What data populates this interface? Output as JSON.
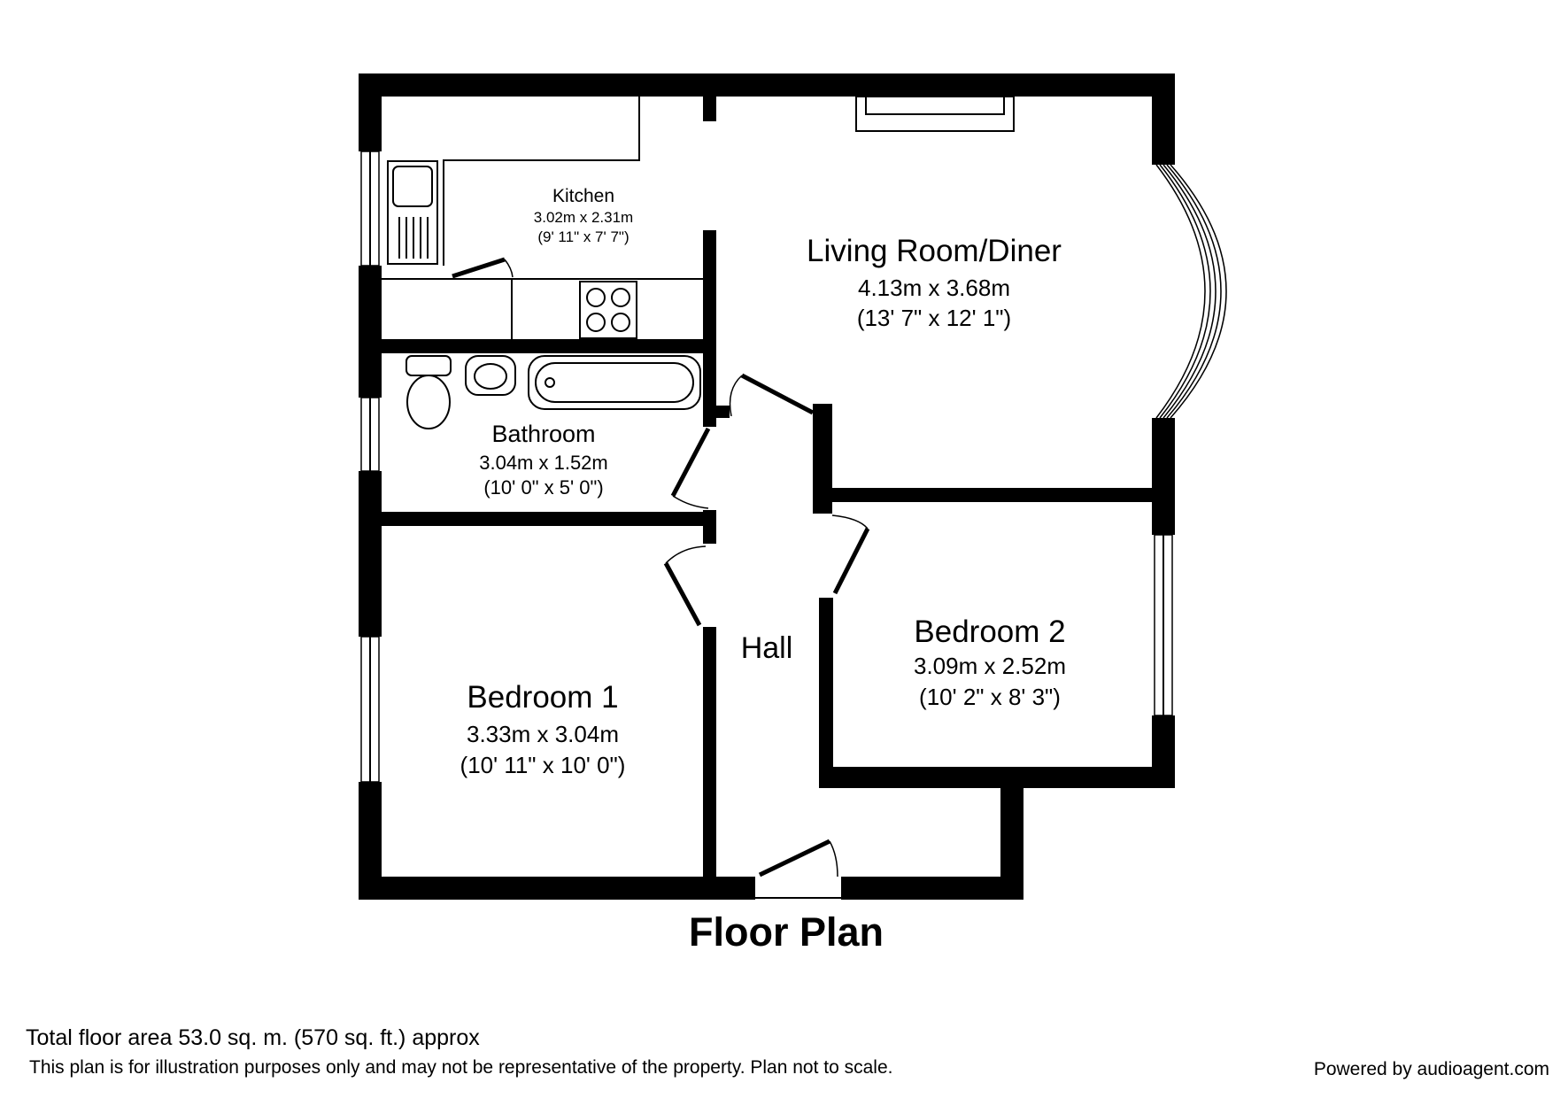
{
  "title": "Floor Plan",
  "rooms": {
    "kitchen": {
      "name": "Kitchen",
      "metric": "3.02m x 2.31m",
      "imperial": "(9' 11\" x 7' 7\")"
    },
    "living": {
      "name": "Living Room/Diner",
      "metric": "4.13m x 3.68m",
      "imperial": "(13' 7\" x 12' 1\")"
    },
    "bathroom": {
      "name": "Bathroom",
      "metric": "3.04m x 1.52m",
      "imperial": "(10' 0\" x 5' 0\")"
    },
    "bedroom1": {
      "name": "Bedroom 1",
      "metric": "3.33m x 3.04m",
      "imperial": "(10' 11\" x 10' 0\")"
    },
    "bedroom2": {
      "name": "Bedroom 2",
      "metric": "3.09m x 2.52m",
      "imperial": "(10' 2\" x 8' 3\")"
    },
    "hall": {
      "name": "Hall"
    }
  },
  "footer": {
    "total_area": "Total floor area 53.0 sq. m. (570 sq. ft.) approx",
    "disclaimer": "This plan is for illustration purposes only and may not be representative of the property. Plan not to scale.",
    "powered_by": "Powered by audioagent.com"
  }
}
